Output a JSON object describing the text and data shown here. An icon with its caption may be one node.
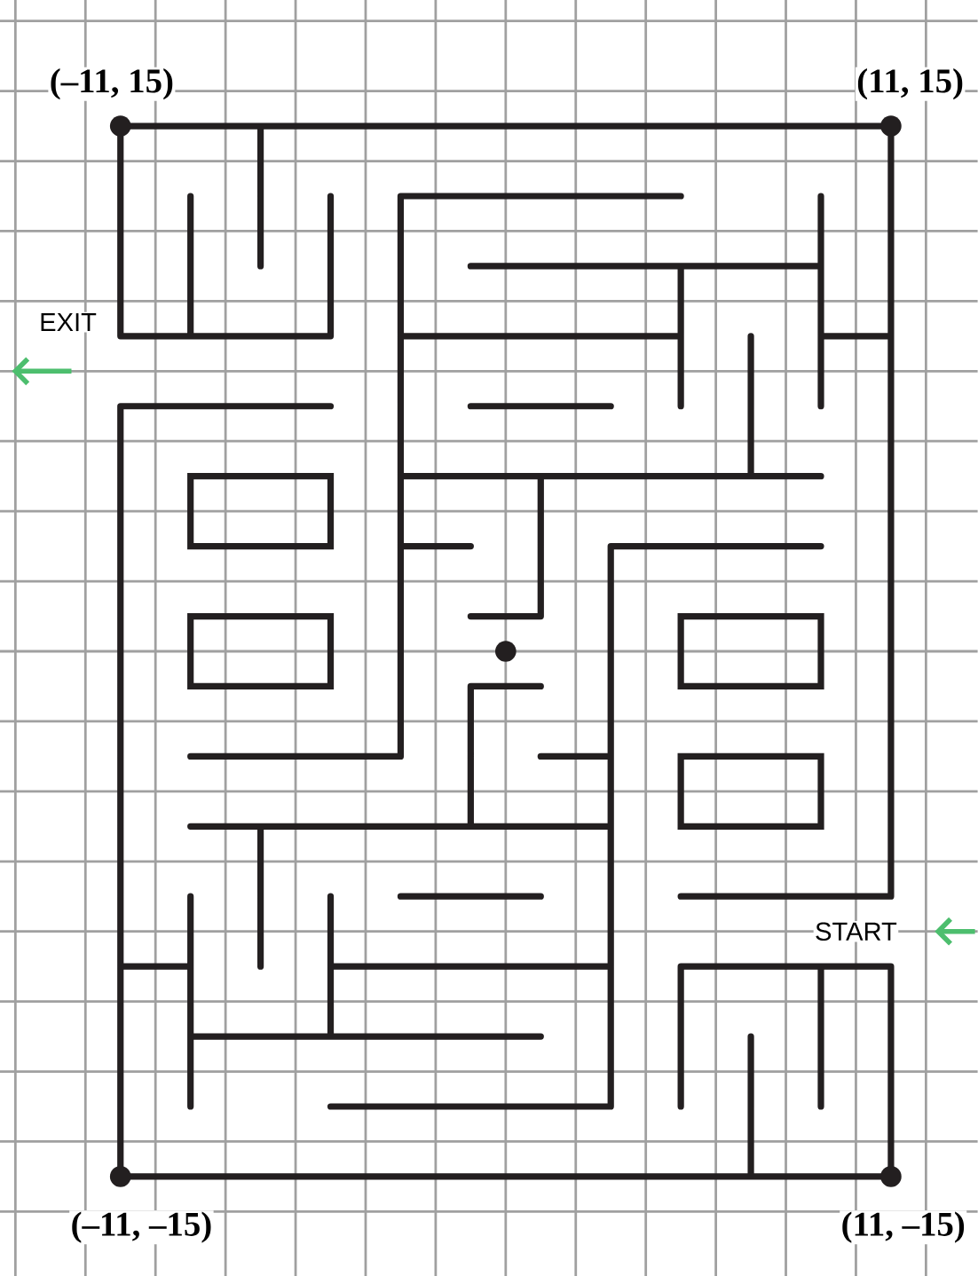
{
  "diagram": {
    "labels": [
      "(–11, 15)",
      "(11, 15)",
      "EXIT",
      "START",
      "(–11, –15)",
      "(11, –15)"
    ]
  }
}
